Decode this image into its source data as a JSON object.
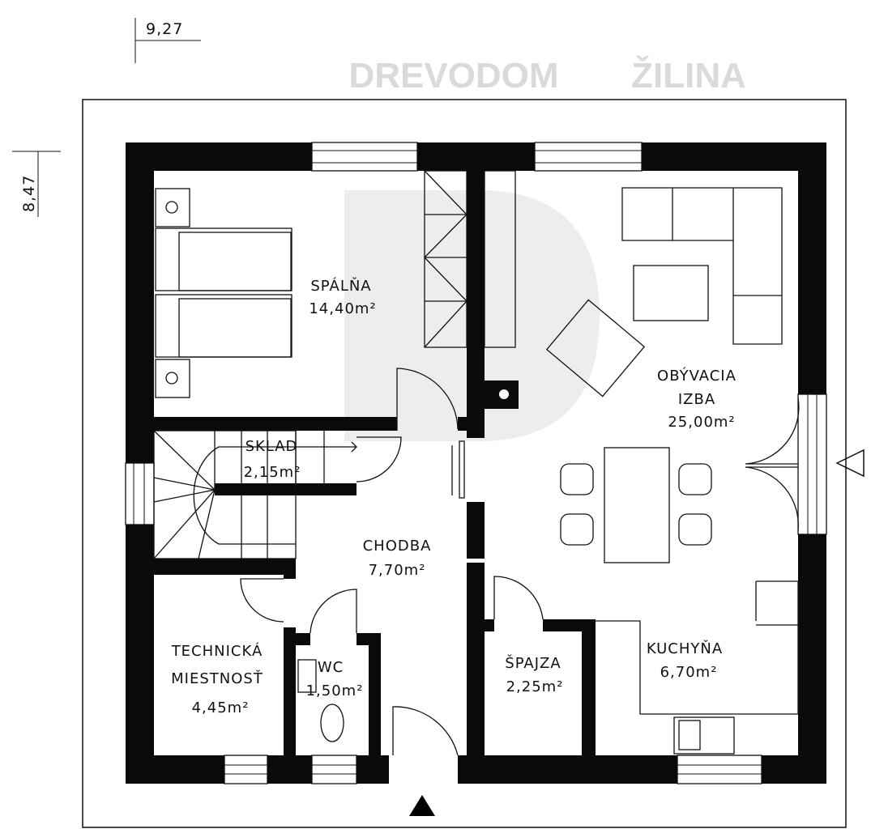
{
  "dimensions": {
    "width_label": "9,27",
    "depth_label": "8,47"
  },
  "watermark": {
    "line1": "DREVODOM",
    "line2": "ŽILINA"
  },
  "rooms": [
    {
      "id": "spalna",
      "name": "SPÁLŇA",
      "area": "14,40m²"
    },
    {
      "id": "obyvacia",
      "name": "OBÝVACIA",
      "name2": "IZBA",
      "area": "25,00m²"
    },
    {
      "id": "sklad",
      "name": "SKLAD",
      "area": "2,15m²"
    },
    {
      "id": "chodba",
      "name": "CHODBA",
      "area": "7,70m²"
    },
    {
      "id": "technicka",
      "name": "TECHNICKÁ",
      "name2": "MIESTNOSŤ",
      "area": "4,45m²"
    },
    {
      "id": "wc",
      "name": "WC",
      "area": "1,50m²"
    },
    {
      "id": "spajza",
      "name": "ŠPAJZA",
      "area": "2,25m²"
    },
    {
      "id": "kuchyna",
      "name": "KUCHYŇA",
      "area": "6,70m²"
    }
  ]
}
